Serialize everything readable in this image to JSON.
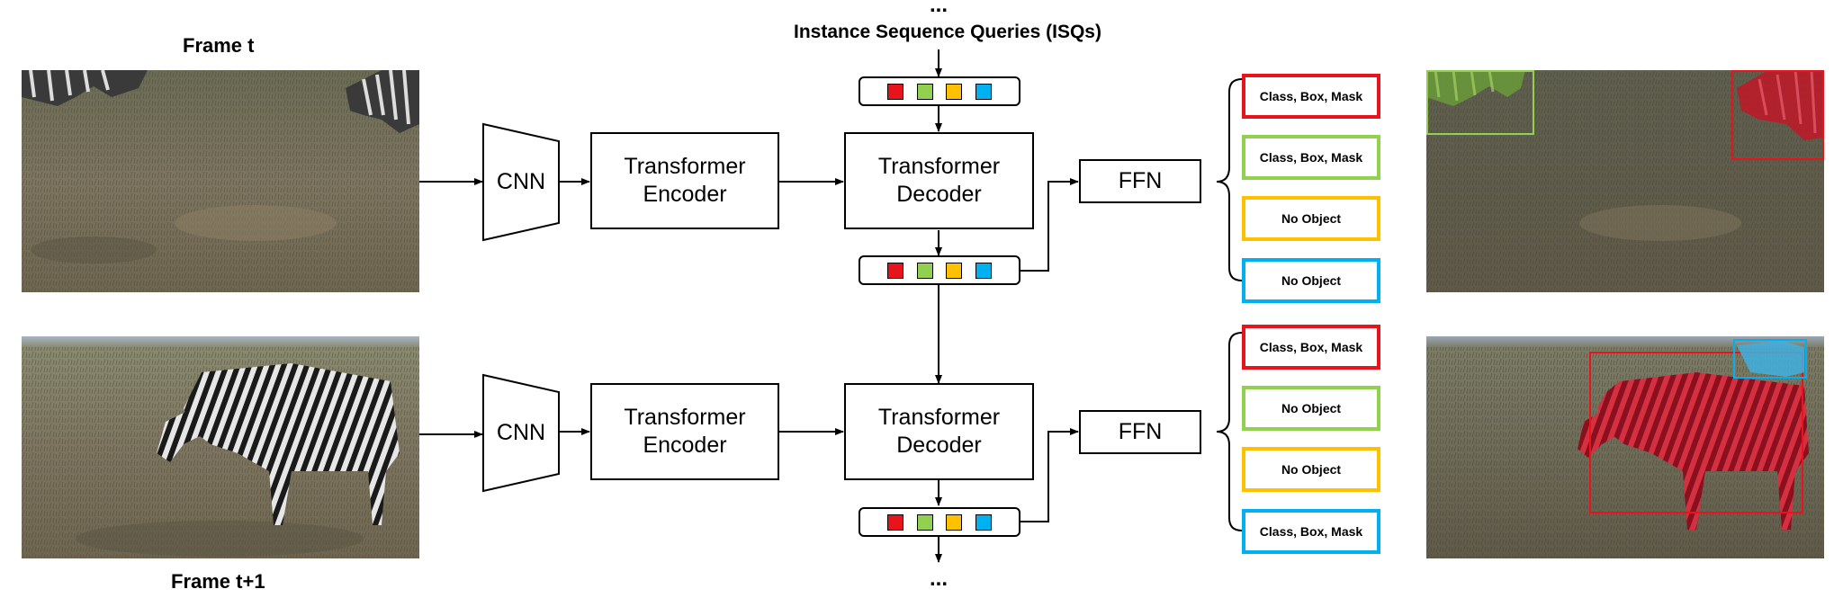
{
  "header": {
    "ellipsis_top": "...",
    "isq_title": "Instance Sequence Queries (ISQs)",
    "ellipsis_bottom": "..."
  },
  "frames": [
    {
      "label": "Frame t",
      "cnn": "CNN",
      "encoder": [
        "Transformer",
        "Encoder"
      ],
      "decoder": [
        "Transformer",
        "Decoder"
      ],
      "ffn": "FFN",
      "outputs": [
        {
          "text": "Class, Box, Mask",
          "color": "#e8141c"
        },
        {
          "text": "Class, Box, Mask",
          "color": "#92d050"
        },
        {
          "text": "No Object",
          "color": "#ffc000"
        },
        {
          "text": "No Object",
          "color": "#00b0f0"
        }
      ]
    },
    {
      "label": "Frame t+1",
      "cnn": "CNN",
      "encoder": [
        "Transformer",
        "Encoder"
      ],
      "decoder": [
        "Transformer",
        "Decoder"
      ],
      "ffn": "FFN",
      "outputs": [
        {
          "text": "Class, Box, Mask",
          "color": "#e8141c"
        },
        {
          "text": "No Object",
          "color": "#92d050"
        },
        {
          "text": "No Object",
          "color": "#ffc000"
        },
        {
          "text": "Class, Box, Mask",
          "color": "#00b0f0"
        }
      ]
    }
  ],
  "query_colors": [
    "#e8141c",
    "#92d050",
    "#ffc000",
    "#00b0f0"
  ]
}
